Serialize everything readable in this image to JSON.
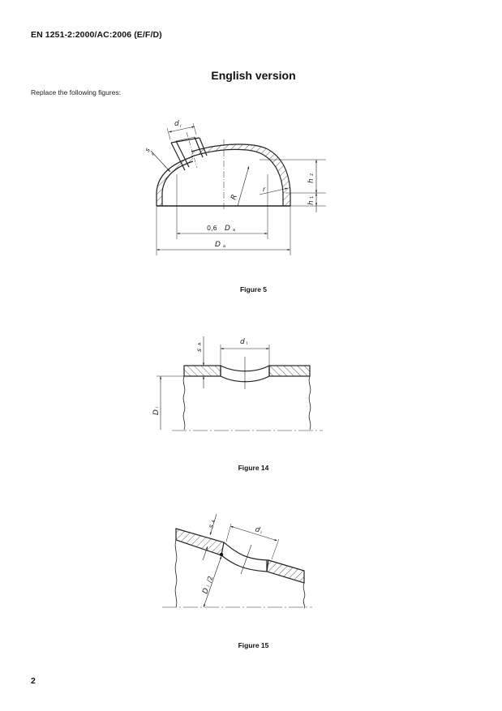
{
  "header": {
    "document_id": "EN 1251-2:2000/AC:2006 (E/F/D)"
  },
  "section": {
    "title": "English version",
    "intro": "Replace the following figures:"
  },
  "figures": [
    {
      "caption": "Figure 5",
      "labels": {
        "nozzle_diameter": "d",
        "nozzle_diameter_sub": "i",
        "wall_thickness": "s",
        "wall_thickness_sub": "e",
        "crown_radius": "R",
        "knuckle_radius": "r",
        "height_2": "h",
        "height_2_sub": "2",
        "height_1": "h",
        "height_1_sub": "1",
        "inner_dim_prefix": "0,6",
        "inner_dim": "D",
        "inner_dim_sub": "a",
        "outer_dim": "D",
        "outer_dim_sub": "a"
      }
    },
    {
      "caption": "Figure 14",
      "labels": {
        "opening_diameter": "d",
        "opening_diameter_sub": "i",
        "wall_thickness": "s",
        "wall_thickness_sub": "A",
        "inner_diameter": "D",
        "inner_diameter_sub": "i"
      }
    },
    {
      "caption": "Figure 15",
      "labels": {
        "opening_diameter": "d",
        "opening_diameter_sub": "i",
        "wall_thickness": "s",
        "wall_thickness_sub": "A",
        "half_diameter": "D",
        "half_diameter_sub": "i",
        "half_diameter_suffix": "/2"
      }
    }
  ],
  "footer": {
    "page_number": "2"
  }
}
